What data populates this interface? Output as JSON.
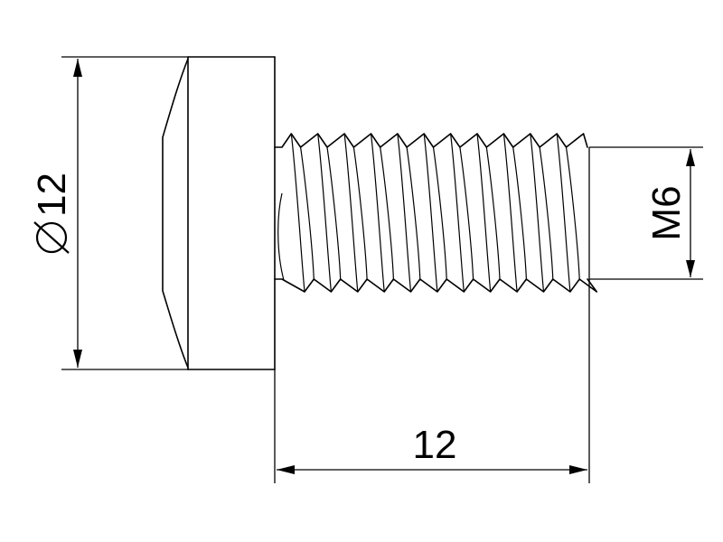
{
  "drawing": {
    "subject": "screw-side-view",
    "dimensions": {
      "head_diameter": {
        "symbol": "⌀",
        "value": "12"
      },
      "thread_size": "M6",
      "length": "12"
    },
    "thread_crests": 12
  }
}
